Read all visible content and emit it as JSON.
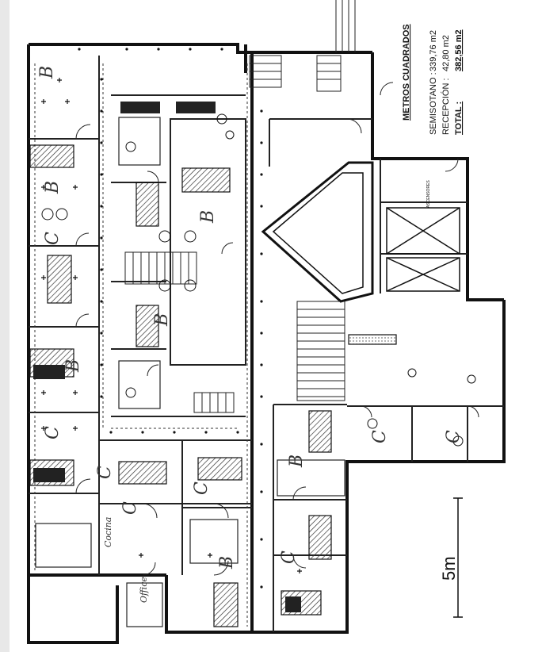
{
  "legend": {
    "title": "METROS CUADRADOS",
    "rows": [
      {
        "label": "SEMISOTANO :",
        "value": "339,76 m2"
      },
      {
        "label": "RECEPCIÓN :",
        "value": "42,80 m2"
      },
      {
        "label": "TOTAL :",
        "value": "382,56 m2"
      }
    ]
  },
  "scale": {
    "label": "5m"
  },
  "room_letters": [
    "B",
    "B",
    "C",
    "B",
    "C",
    "B",
    "B",
    "B",
    "C",
    "C",
    "B",
    "C",
    "C",
    "C",
    "C"
  ],
  "ascensores_label": "ASCENSORES",
  "kitchen_labels": [
    "Cocina",
    "Office"
  ],
  "colors": {
    "ink": "#1a1a1a",
    "hatch": "#555555",
    "paper": "#ffffff"
  }
}
